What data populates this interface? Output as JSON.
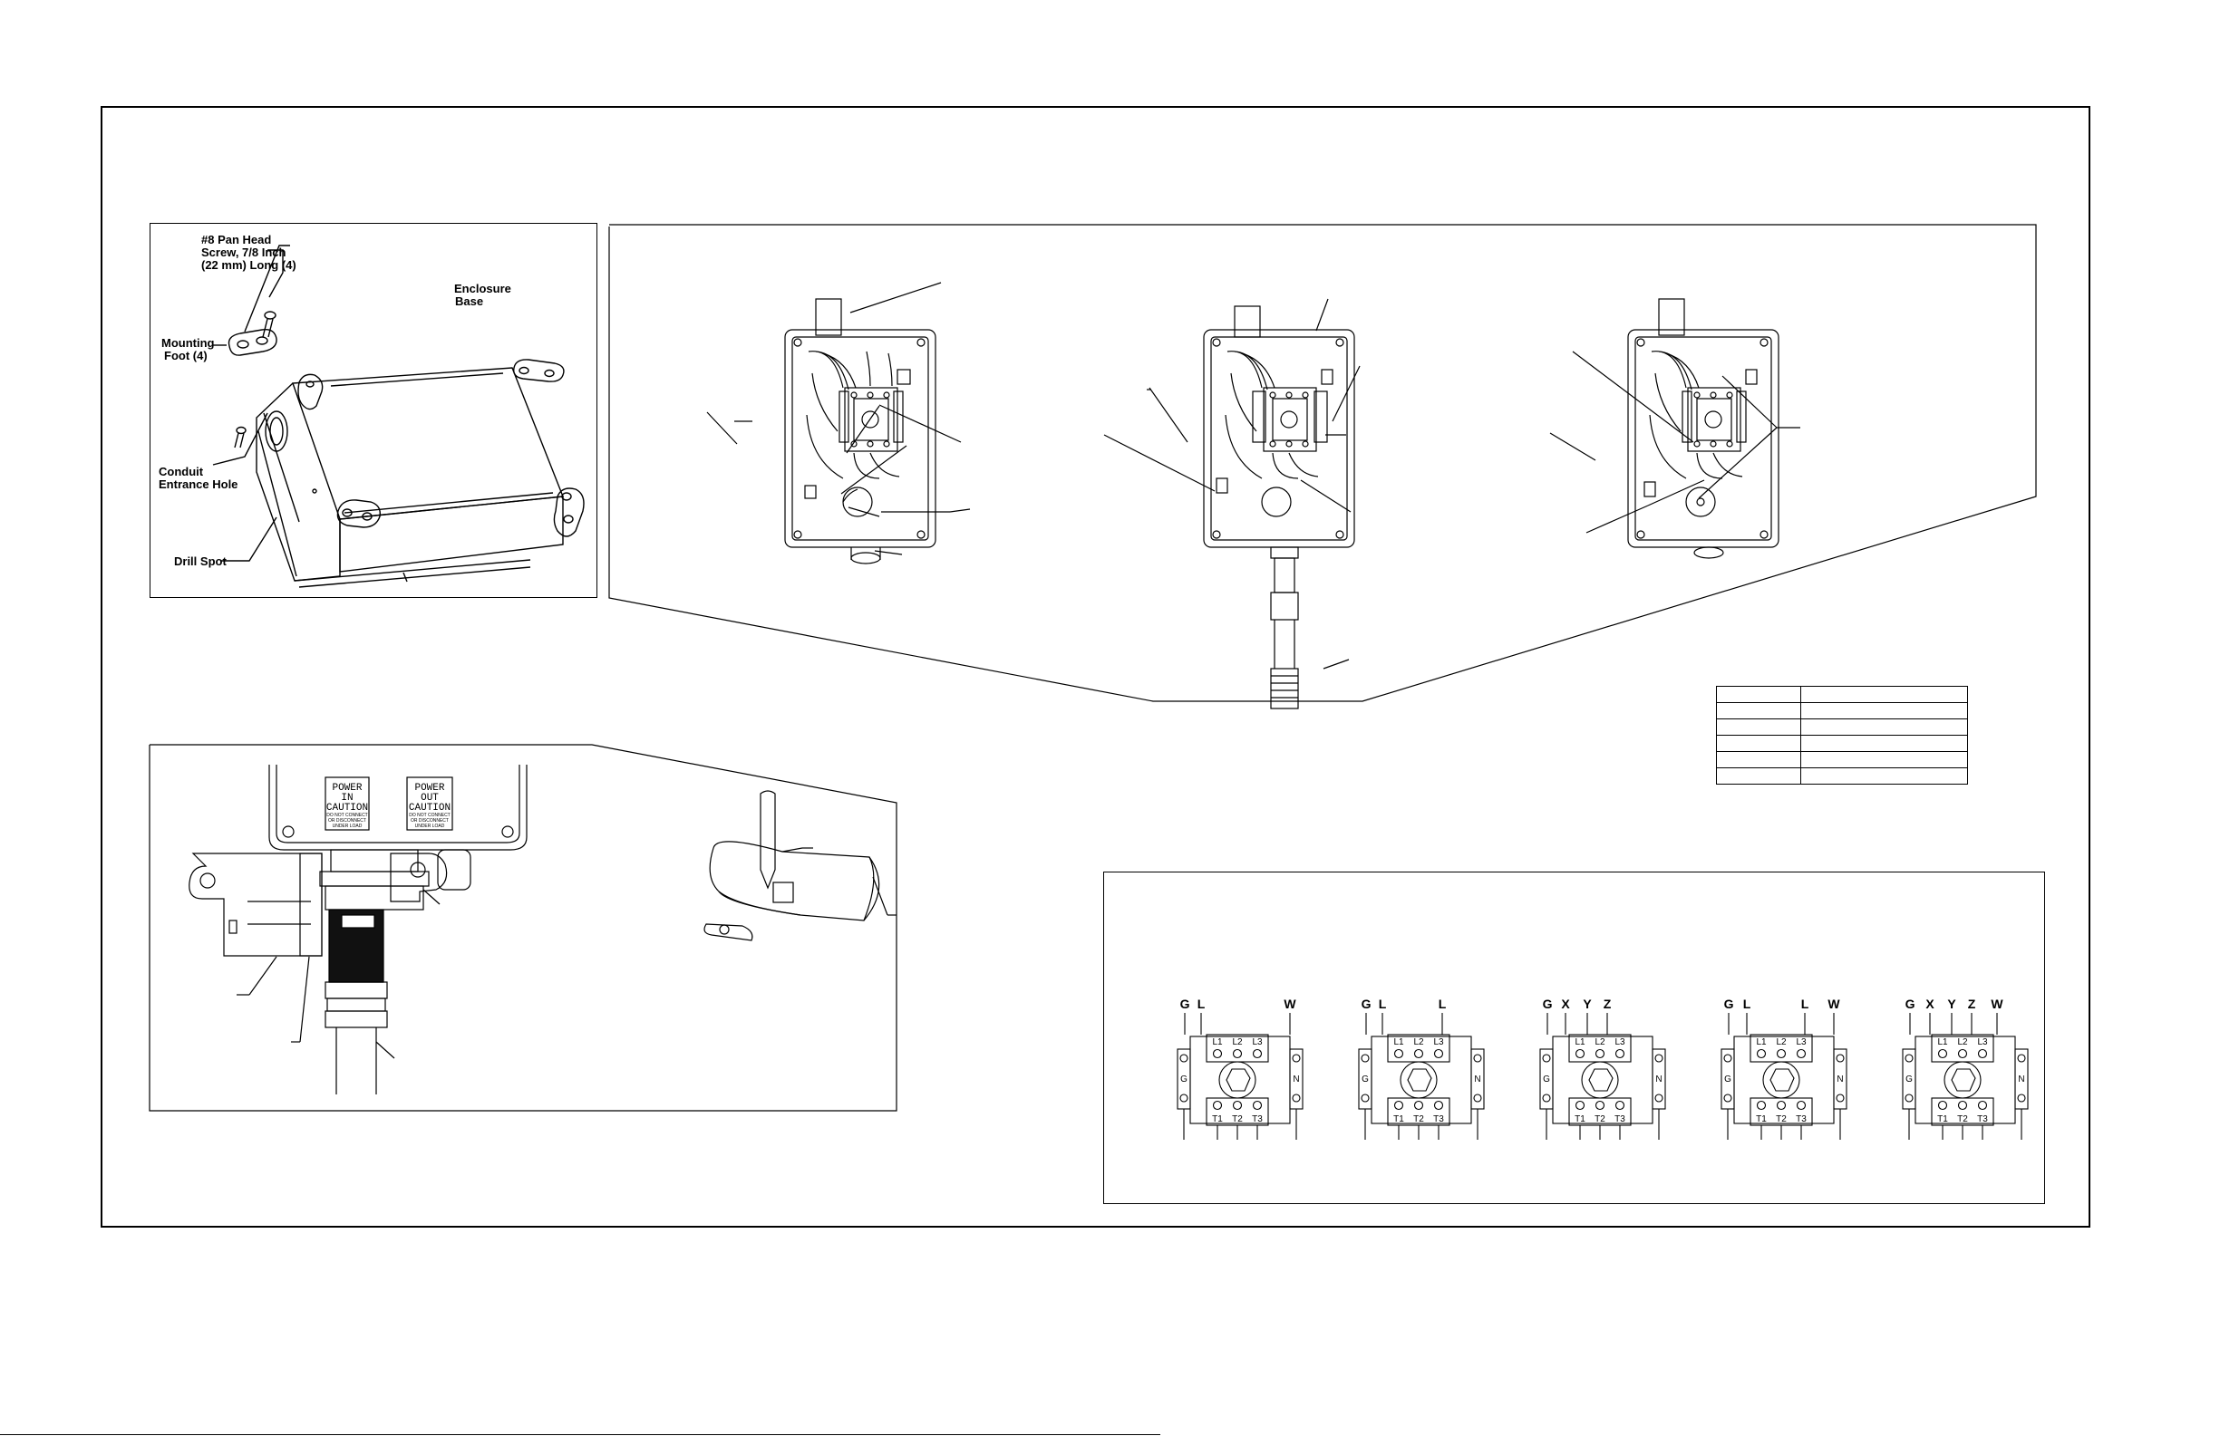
{
  "mount_panel": {
    "screw_label": [
      "#8 Pan Head",
      "Screw, 7/8 Inch",
      "(22 mm) Long (4)"
    ],
    "base_label": [
      "Enclosure",
      "Base"
    ],
    "foot_label": [
      "Mounting",
      "Foot (4)"
    ],
    "conduit_label": [
      "Conduit",
      "Entrance Hole"
    ],
    "drill_label": "Drill Spot"
  },
  "receptacle_panel": {
    "sticker_in": [
      "POWER",
      "IN",
      "CAUTION"
    ],
    "sticker_out": [
      "POWER",
      "OUT",
      "CAUTION"
    ],
    "sticker_fine": [
      "DO NOT CONNECT",
      "OR DISCONNECT",
      "UNDER LOAD"
    ]
  },
  "terminal_diagrams": [
    {
      "top": [
        "G",
        "L",
        "W"
      ],
      "bottom": [
        "T1",
        "T2",
        "T3"
      ],
      "block": [
        "L1",
        "L2",
        "L3"
      ]
    },
    {
      "top": [
        "G",
        "L",
        "L"
      ],
      "bottom": [
        "T1",
        "T2",
        "T3"
      ],
      "block": [
        "L1",
        "L2",
        "L3"
      ]
    },
    {
      "top": [
        "G",
        "X",
        "Y",
        "Z"
      ],
      "bottom": [
        "T1",
        "T2",
        "T3"
      ],
      "block": [
        "L1",
        "L2",
        "L3"
      ]
    },
    {
      "top": [
        "G",
        "L",
        "L",
        "W"
      ],
      "bottom": [
        "T1",
        "T2",
        "T3"
      ],
      "block": [
        "L1",
        "L2",
        "L3"
      ]
    },
    {
      "top": [
        "G",
        "X",
        "Y",
        "Z",
        "W"
      ],
      "bottom": [
        "T1",
        "T2",
        "T3"
      ],
      "block": [
        "L1",
        "L2",
        "L3"
      ]
    }
  ],
  "side_letters": {
    "left": "G",
    "right": "N"
  }
}
